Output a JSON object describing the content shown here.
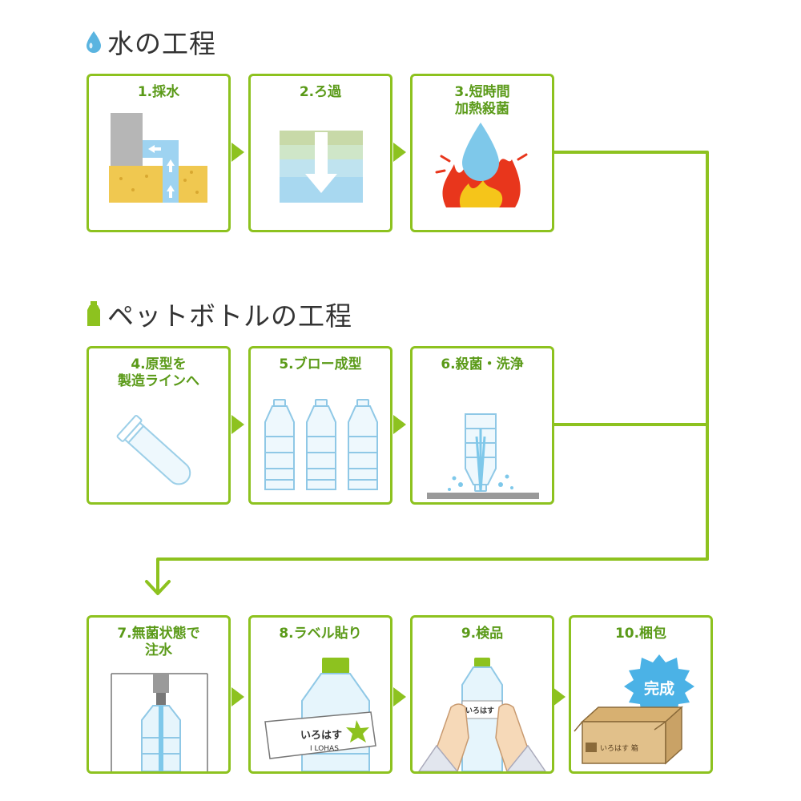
{
  "colors": {
    "accent": "#8dc21f",
    "label": "#5a9a18",
    "water": "#7ec8ea",
    "heading": "#333333"
  },
  "sections": {
    "water": {
      "title": "水の工程",
      "icon": "water-drop-icon"
    },
    "bottle": {
      "title": "ペットボトルの工程",
      "icon": "bottle-icon"
    }
  },
  "steps": {
    "s1": {
      "label": "1.採水"
    },
    "s2": {
      "label": "2.ろ過"
    },
    "s3": {
      "label": "3.短時間\n加熱殺菌"
    },
    "s4": {
      "label": "4.原型を\n製造ラインへ"
    },
    "s5": {
      "label": "5.ブロー成型"
    },
    "s6": {
      "label": "6.殺菌・洗浄"
    },
    "s7": {
      "label": "7.無菌状態で\n注水"
    },
    "s8": {
      "label": "8.ラベル貼り"
    },
    "s9": {
      "label": "9.検品"
    },
    "s10": {
      "label": "10.梱包"
    }
  },
  "illustration_text": {
    "label_brand": "いろはす",
    "label_sub": "I LOHAS",
    "box_badge": "完成",
    "box_print": "いろはす 箱"
  }
}
